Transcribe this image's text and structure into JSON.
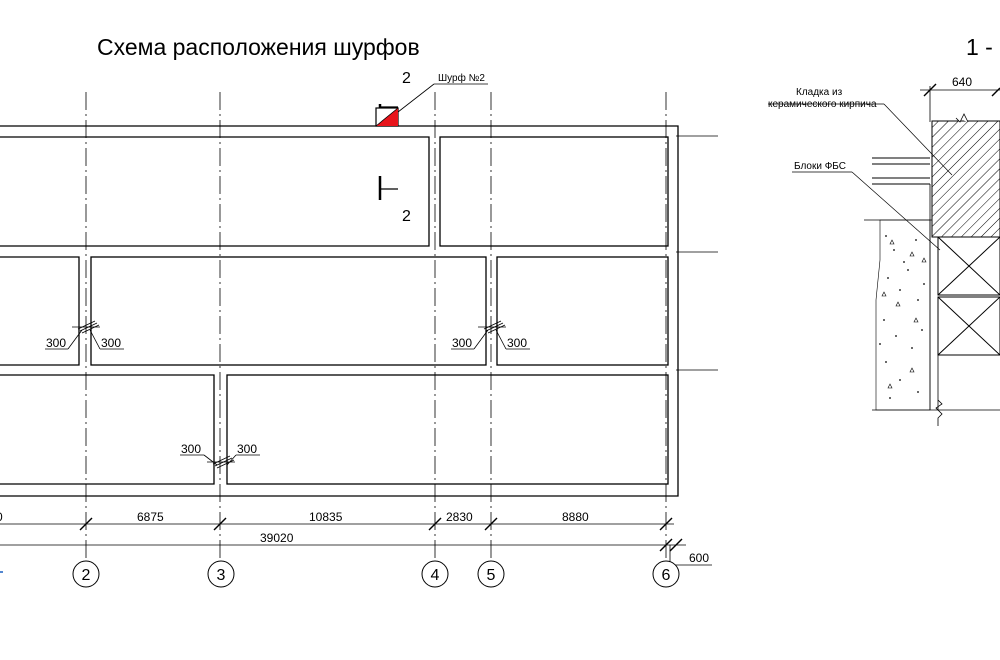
{
  "plan": {
    "title": "Схема расположения шурфов",
    "pit_label": "Шурф №2",
    "section_mark": "2",
    "wall_dims": [
      "300",
      "300"
    ],
    "chain_dims": [
      "0",
      "6875",
      "10835",
      "2830",
      "8880"
    ],
    "overall_dim": "39020",
    "edge_dim": "600",
    "axes": [
      "2",
      "3",
      "4",
      "5",
      "6"
    ]
  },
  "section": {
    "title": "1 -",
    "width_dim": "640",
    "label_brick": "Кладка из керамического кирпича",
    "label_brick_line1": "Кладка из",
    "label_brick_line2": "керамического кирпича",
    "label_blocks": "Блоки ФБС"
  },
  "colors": {
    "line": "#000000",
    "pit_fill": "#e8141b"
  }
}
